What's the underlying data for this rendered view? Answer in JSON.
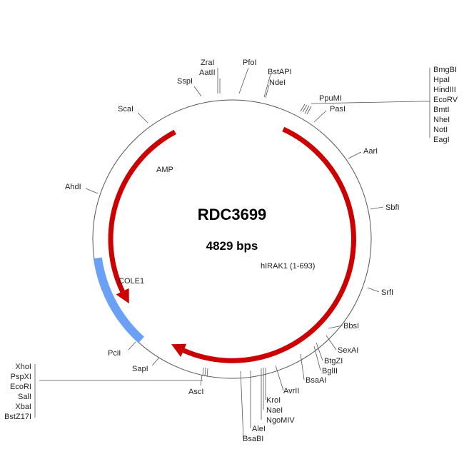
{
  "plasmid": {
    "name": "RDC3699",
    "size_label": "4829 bps",
    "backbone_color": "#555555"
  },
  "features": [
    {
      "label": "hIRAK1 (1-693)",
      "type": "arrow",
      "start_deg": 25,
      "end_deg": 210,
      "color": "#cc0000"
    },
    {
      "label": "AMP",
      "type": "arrow",
      "start_deg": 332,
      "end_deg": 238,
      "color": "#cc0000"
    },
    {
      "label": "COLE1",
      "type": "block",
      "start_deg": 262,
      "end_deg": 222,
      "color": "#6aa0f5"
    }
  ],
  "sites": [
    {
      "label": "ZraI"
    },
    {
      "label": "AatII"
    },
    {
      "label": "PfoI"
    },
    {
      "label": "BstAPI"
    },
    {
      "label": "NdeI"
    },
    {
      "label": "SspI"
    },
    {
      "label": "ScaI"
    },
    {
      "label": "AhdI"
    },
    {
      "label": "PpuMI"
    },
    {
      "label": "PasI"
    },
    {
      "label": "AarI"
    },
    {
      "label": "SbfI"
    },
    {
      "label": "SrfI"
    },
    {
      "label": "BbsI"
    },
    {
      "label": "SexAI"
    },
    {
      "label": "BtgZI"
    },
    {
      "label": "BglII"
    },
    {
      "label": "BsaAI"
    },
    {
      "label": "AvrII"
    },
    {
      "label": "KroI"
    },
    {
      "label": "NaeI"
    },
    {
      "label": "NgoMIV"
    },
    {
      "label": "AleI"
    },
    {
      "label": "BsaBI"
    },
    {
      "label": "PciI"
    },
    {
      "label": "SapI"
    },
    {
      "label": "AscI"
    }
  ],
  "cluster_right": [
    "BmgBI",
    "HpaI",
    "HindIII",
    "EcoRV",
    "BmtI",
    "NheI",
    "NotI",
    "EagI"
  ],
  "cluster_left": [
    "XhoI",
    "PspXI",
    "EcoRI",
    "SalI",
    "XbaI",
    "BstZ17I"
  ]
}
